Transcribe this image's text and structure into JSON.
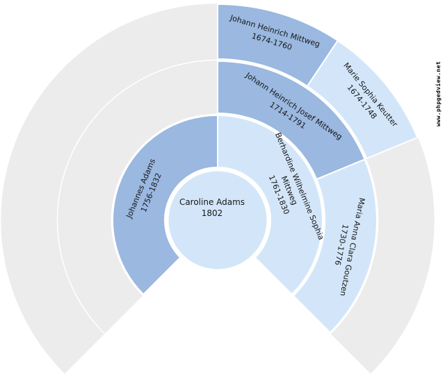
{
  "watermark": {
    "text": "www.phpgedview.net"
  },
  "chart_data": {
    "type": "fan",
    "subtype": "genealogy-fan-chart",
    "fan_degrees": 270,
    "generations_shown": 4,
    "legend_position": "none",
    "grid": false,
    "center_person": {
      "name": "Caroline Adams",
      "dates": "1802",
      "sex": "F"
    },
    "rings": [
      {
        "generation": 2,
        "cells": [
          {
            "slot": 0,
            "lines": [
              "Johannes Adams"
            ],
            "dates": "1756-1832",
            "sex": "M"
          },
          {
            "slot": 1,
            "lines": [
              "Berhardine Wilhelmine Sophia",
              "Mittweg"
            ],
            "dates": "1761-1830",
            "sex": "F"
          }
        ]
      },
      {
        "generation": 3,
        "cells": [
          {
            "slot": 2,
            "lines": [
              "Johann Heinrich Josef Mittweg"
            ],
            "dates": "1714-1791",
            "sex": "M"
          },
          {
            "slot": 3,
            "lines": [
              "Maria Anna Clara Goutzen"
            ],
            "dates": "1730-1776",
            "sex": "F"
          }
        ]
      },
      {
        "generation": 4,
        "cells": [
          {
            "slot": 4,
            "lines": [
              "Johann Heinrich Mittweg"
            ],
            "dates": "1674-1760",
            "sex": "M"
          },
          {
            "slot": 5,
            "lines": [
              "Marie Sophia Keutter"
            ],
            "dates": "1674-1748",
            "sex": "F"
          }
        ]
      }
    ],
    "colors": {
      "male": "#9ab8e0",
      "female": "#d3e6f9",
      "empty": "#ececec",
      "separator": "#ffffff",
      "text": "#161616",
      "background": "#ffffff"
    }
  }
}
